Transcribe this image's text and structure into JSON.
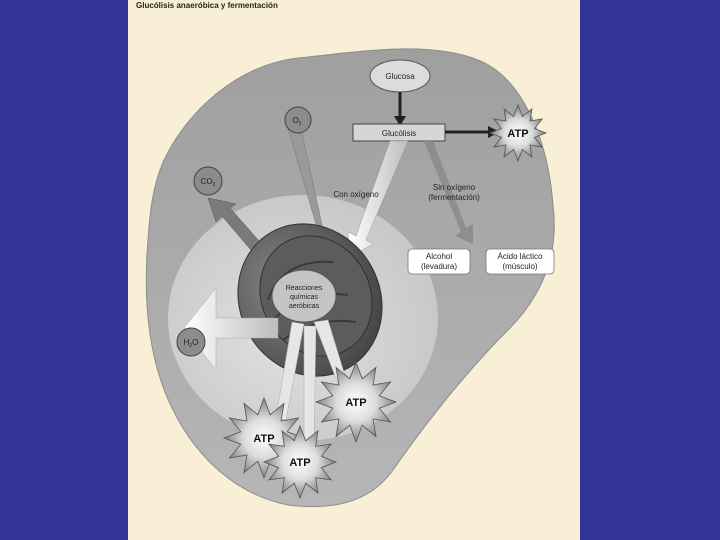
{
  "title": "Glucólisis anaeróbica y fermentación",
  "labels": {
    "glucosa": "Glucosa",
    "glucolisis": "Glucólisis",
    "o2": "O",
    "o2_sub": "2",
    "co2": "CO",
    "co2_sub": "2",
    "h2o_h": "H",
    "h2o_sub": "2",
    "h2o_o": "O",
    "con_oxigeno": "Con oxígeno",
    "sin_oxigeno_1": "Sin oxígeno",
    "sin_oxigeno_2": "(fermentación)",
    "alcohol_1": "Alcohol",
    "alcohol_2": "(levadura)",
    "lactico_1": "Ácido láctico",
    "lactico_2": "(músculo)",
    "reacciones_1": "Reacciones",
    "reacciones_2": "químicas",
    "reacciones_3": "aeróbicas"
  },
  "atp": [
    "ATP",
    "ATP",
    "ATP",
    "ATP"
  ],
  "colors": {
    "background": "#333399",
    "panel": "#f9efd6",
    "cell": "#a8a8a8",
    "inner_cell": "#cfcfcf",
    "mitochondrion": "#6a6a6a"
  }
}
